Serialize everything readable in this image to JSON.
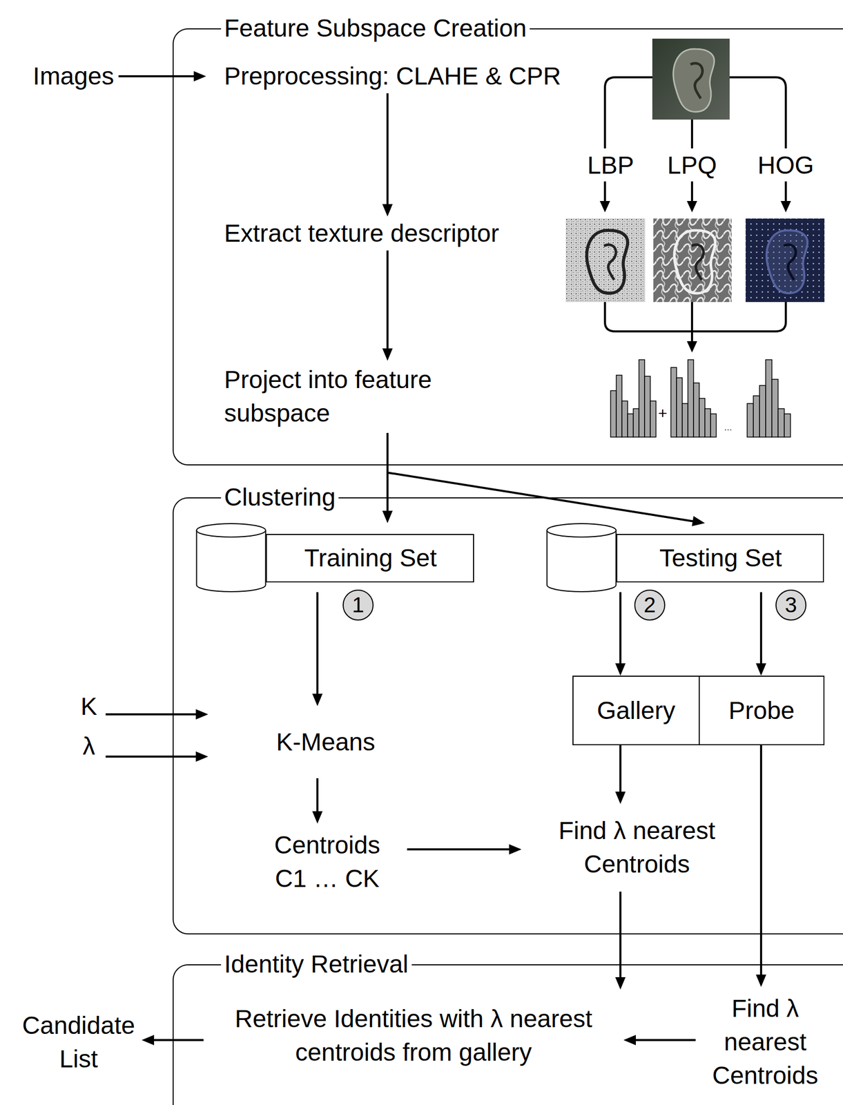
{
  "diagram": {
    "nodes": [
      {
        "text": [
          "Images"
        ]
      },
      {
        "text": [
          "Feature Subspace Creation"
        ]
      },
      {
        "text": [
          "Preprocessing: CLAHE & CPR"
        ],
        "in": 1
      },
      {
        "text": [
          "Extract texture descriptor"
        ],
        "in": 1
      },
      {
        "text": [
          "Project into feature subspace"
        ],
        "in": 1
      },
      {
        "text": [
          "Clustering"
        ]
      },
      {
        "text": [
          "Training Set"
        ],
        "in": 5
      },
      {
        "text": [
          "Testing Set"
        ],
        "in": 5
      },
      {
        "text": [
          "K"
        ]
      },
      {
        "text": [
          "λ"
        ]
      },
      {
        "text": [
          "K-Means"
        ],
        "in": 5
      },
      {
        "text": [
          "Gallery"
        ],
        "in": 5
      },
      {
        "text": [
          "Probe"
        ],
        "in": 5
      },
      {
        "text": [
          "Centroids C1 … CK"
        ],
        "in": 5
      },
      {
        "text": [
          "Find λ nearest Centroids"
        ],
        "in": 5
      },
      {
        "text": [
          "Identity Retrieval"
        ]
      },
      {
        "text": [
          "Candidate List"
        ]
      },
      {
        "text": [
          "Retrieve Identities with λ nearest centroids from gallery"
        ],
        "in": 15
      },
      {
        "text": [
          "Find λ nearest Centroids"
        ],
        "in": 15
      }
    ],
    "edges": [
      {
        "from": 0,
        "to": 2,
        "arrow": "to"
      },
      {
        "from": 2,
        "to": 3,
        "arrow": "to"
      },
      {
        "from": 3,
        "to": 4,
        "arrow": "to"
      },
      {
        "from": 4,
        "to": 6,
        "arrow": "to"
      },
      {
        "from": 4,
        "to": 7,
        "arrow": "to"
      },
      {
        "from": 6,
        "to": 10,
        "arrow": "to"
      },
      {
        "from": 7,
        "to": 11,
        "arrow": "to"
      },
      {
        "from": 7,
        "to": 12,
        "arrow": "to"
      },
      {
        "from": 8,
        "to": 10,
        "arrow": "to"
      },
      {
        "from": 9,
        "to": 10,
        "arrow": "to"
      },
      {
        "from": 10,
        "to": 13,
        "arrow": "to"
      },
      {
        "from": 13,
        "to": 14,
        "arrow": "to"
      },
      {
        "from": 11,
        "to": 14,
        "arrow": "to"
      },
      {
        "from": 14,
        "to": 17,
        "arrow": "to"
      },
      {
        "from": 12,
        "to": 18,
        "arrow": "to"
      },
      {
        "from": 18,
        "to": 17,
        "arrow": "to"
      },
      {
        "from": 17,
        "to": 16,
        "arrow": "to"
      }
    ],
    "labels": [
      "LBP",
      "LPQ",
      "HOG",
      "+",
      "…",
      "1",
      "2",
      "3"
    ]
  }
}
